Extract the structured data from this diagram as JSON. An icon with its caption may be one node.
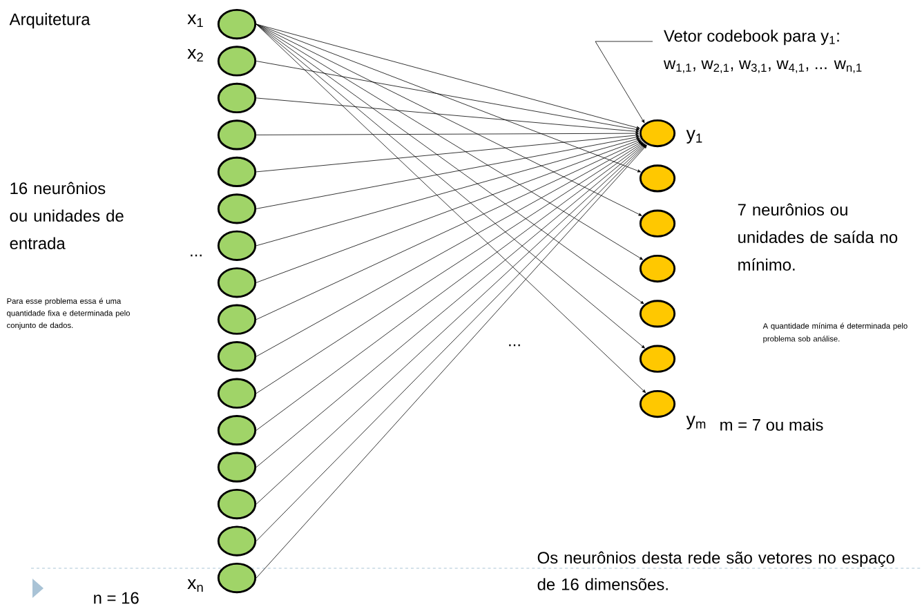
{
  "diagram": {
    "nodes": [
      {
        "text": [],
        "shape": "circle",
        "beside": [
          "x$_{1}$"
        ]
      },
      {
        "text": [],
        "shape": "circle",
        "beside": [
          "x$_{2}$"
        ]
      },
      {
        "text": [],
        "shape": "circle"
      },
      {
        "text": [],
        "shape": "circle"
      },
      {
        "text": [],
        "shape": "circle"
      },
      {
        "text": [],
        "shape": "circle"
      },
      {
        "text": [],
        "shape": "circle"
      },
      {
        "text": [],
        "shape": "circle"
      },
      {
        "text": [],
        "shape": "circle"
      },
      {
        "text": [],
        "shape": "circle"
      },
      {
        "text": [],
        "shape": "circle"
      },
      {
        "text": [],
        "shape": "circle"
      },
      {
        "text": [],
        "shape": "circle"
      },
      {
        "text": [],
        "shape": "circle"
      },
      {
        "text": [],
        "shape": "circle"
      },
      {
        "text": [],
        "shape": "circle",
        "beside": [
          "x$_{n}$"
        ]
      },
      {
        "text": [],
        "shape": "circle",
        "beside": [
          "y$_{1}$"
        ]
      },
      {
        "text": [],
        "shape": "circle"
      },
      {
        "text": [],
        "shape": "circle"
      },
      {
        "text": [],
        "shape": "circle"
      },
      {
        "text": [],
        "shape": "circle"
      },
      {
        "text": [],
        "shape": "circle"
      },
      {
        "text": [],
        "shape": "circle",
        "beside": [
          "y$_{m}$"
        ]
      },
      {
        "text": [
          "Vetor codebook para y$_{1}$:",
          "w$_{1,1}$, w$_{2,1}$, w$_{3,1}$, w$_{4,1}$, ... w$_{n,1}$"
        ]
      }
    ],
    "edges": [
      {
        "from": 0,
        "to": 16,
        "arrow": "to"
      },
      {
        "from": 1,
        "to": 16,
        "arrow": "to"
      },
      {
        "from": 2,
        "to": 16,
        "arrow": "to"
      },
      {
        "from": 3,
        "to": 16,
        "arrow": "to"
      },
      {
        "from": 4,
        "to": 16,
        "arrow": "to"
      },
      {
        "from": 5,
        "to": 16,
        "arrow": "to"
      },
      {
        "from": 6,
        "to": 16,
        "arrow": "to"
      },
      {
        "from": 7,
        "to": 16,
        "arrow": "to"
      },
      {
        "from": 8,
        "to": 16,
        "arrow": "to"
      },
      {
        "from": 9,
        "to": 16,
        "arrow": "to"
      },
      {
        "from": 10,
        "to": 16,
        "arrow": "to"
      },
      {
        "from": 11,
        "to": 16,
        "arrow": "to"
      },
      {
        "from": 12,
        "to": 16,
        "arrow": "to"
      },
      {
        "from": 13,
        "to": 16,
        "arrow": "to"
      },
      {
        "from": 14,
        "to": 16,
        "arrow": "to"
      },
      {
        "from": 15,
        "to": 16,
        "arrow": "to"
      },
      {
        "from": 0,
        "to": 17,
        "arrow": "to"
      },
      {
        "from": 0,
        "to": 18,
        "arrow": "to"
      },
      {
        "from": 0,
        "to": 19,
        "arrow": "to"
      },
      {
        "from": 0,
        "to": 20,
        "arrow": "to"
      },
      {
        "from": 0,
        "to": 21,
        "arrow": "to"
      },
      {
        "from": 0,
        "to": 22,
        "arrow": "to"
      },
      {
        "from": 23,
        "to": 16,
        "arrow": "to"
      }
    ],
    "labels": [
      "Arquitetura",
      "16 neurônios ou unidades de entrada",
      "...",
      "Para esse problema essa é uma quantidade fixa e determinada pelo conjunto de dados.",
      "...",
      "7 neurônios ou unidades de saída no mínimo.",
      "A quantidade mínima é determinada pelo problema sob análise.",
      "m = 7 ou mais",
      "Os neurônios desta rede são vetores no espaço de 16 dimensões.",
      "n = 16"
    ]
  }
}
